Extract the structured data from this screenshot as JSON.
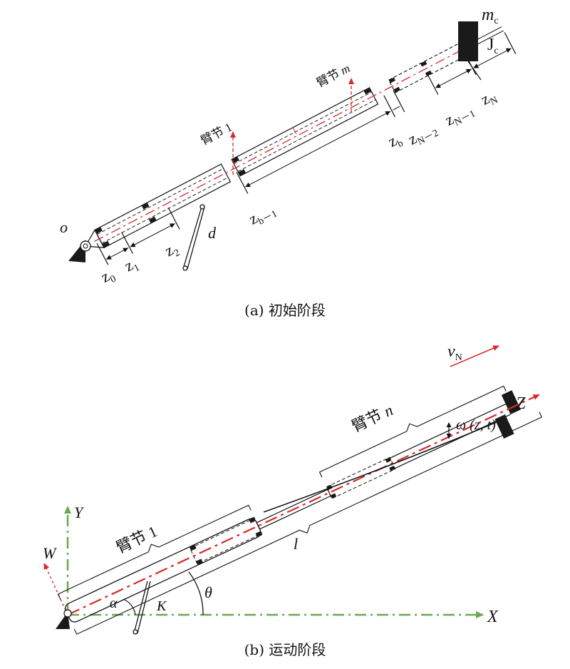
{
  "panel_a": {
    "caption": "(a) 初始阶段",
    "label_o": "o",
    "label_mc": "m",
    "label_mc_sub": "c",
    "label_jc": "J",
    "label_jc_sub": "c",
    "label_d": "d",
    "arm1": "臂节 1",
    "armm_prefix": "臂节",
    "armm_var": "m",
    "z0": "z",
    "z0_sub": "0",
    "z1": "z",
    "z1_sub": "1",
    "z2": "z",
    "z2_sub": "2",
    "zb1": "z",
    "zb1_sub": "b－1",
    "zb": "z",
    "zb_sub": "b",
    "zN2": "z",
    "zN2_sub": "N－2",
    "zN1": "z",
    "zN1_sub": "N－1",
    "zN": "z",
    "zN_sub": "N"
  },
  "panel_b": {
    "caption": "(b) 运动阶段",
    "vN": "v",
    "vN_sub": "N",
    "Z": "Z",
    "X": "X",
    "Y": "Y",
    "W": "W",
    "armn_prefix": "臂节",
    "armn_var": "n",
    "arm1": "臂节 1",
    "omega": "ω (z, t)",
    "l": "l",
    "theta": "θ",
    "alpha": "α",
    "K": "K"
  },
  "colors": {
    "ink": "#111111",
    "accent_red": "#d42a2a",
    "axis_green": "#6aa84f",
    "block": "#1a1a1a"
  }
}
